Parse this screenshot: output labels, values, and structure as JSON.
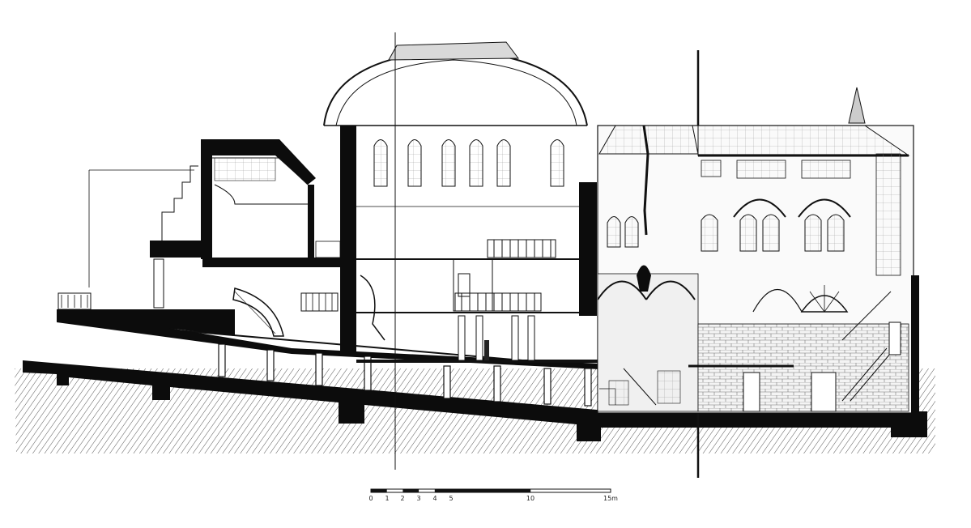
{
  "scale_bar": {
    "ticks": [
      "0",
      "1",
      "2",
      "3",
      "4",
      "5",
      "10",
      "15m"
    ]
  }
}
